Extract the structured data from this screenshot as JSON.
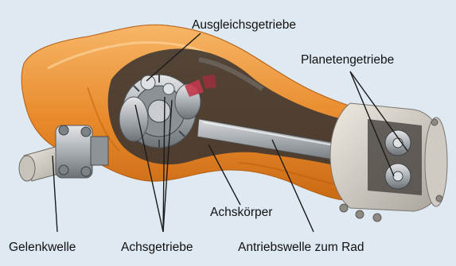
{
  "labels": {
    "ausgleichsgetriebe": "Ausgleichsgetriebe",
    "planetengetriebe": "Planetengetriebe",
    "achskoerper": "Achskörper",
    "gelenkwelle": "Gelenkwelle",
    "achsgetriebe": "Achsgetriebe",
    "antriebswelle": "Antriebswelle zum Rad"
  },
  "colors": {
    "background": "#dfe9f2",
    "housing": "#e8892a",
    "housing_light": "#f6b461",
    "metal": "#a9aeb3",
    "metal_dark": "#5d6267",
    "accent_red": "#c0384a",
    "leader": "#1a1a1a"
  }
}
